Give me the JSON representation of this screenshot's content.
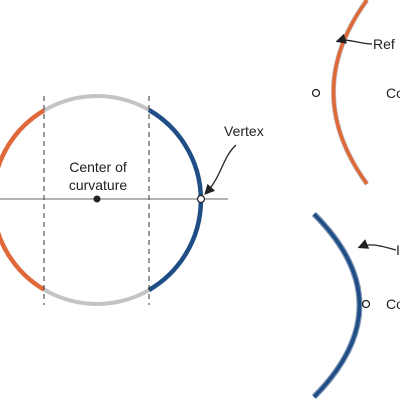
{
  "labels": {
    "center_line1": "Center of",
    "center_line2": "curvature",
    "vertex": "Vertex",
    "top_mirror_label": "Ref",
    "top_mirror_side": "Co",
    "bottom_mirror_label": "I",
    "bottom_mirror_side": "Co"
  },
  "colors": {
    "concave_orange": "#e0693a",
    "convex_blue": "#1f4e86",
    "circle_gray": "#c4c4c4",
    "axis_line": "#666666",
    "text": "#222222"
  }
}
